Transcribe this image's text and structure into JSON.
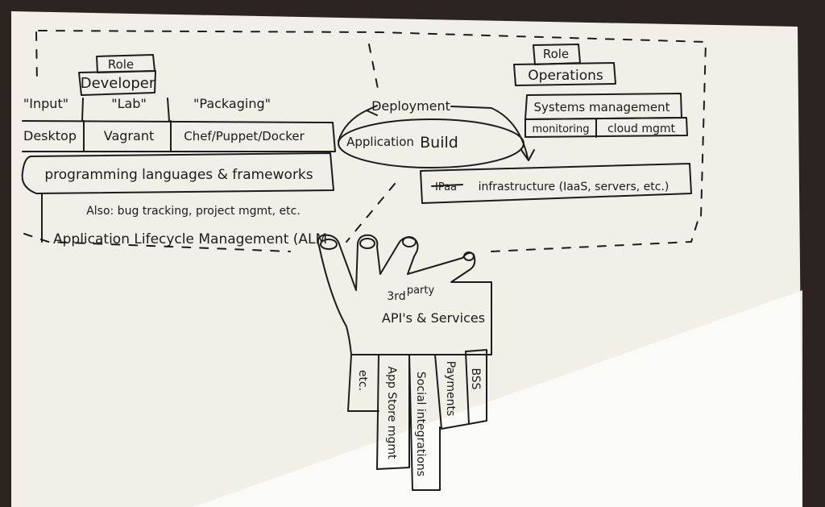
{
  "developer_role": {
    "label": "Role",
    "name": "Developer"
  },
  "operations_role": {
    "label": "Role",
    "name": "Operations"
  },
  "stages": {
    "input": "\"Input\"",
    "lab": "\"Lab\"",
    "packaging": "\"Packaging\""
  },
  "tools": {
    "desktop": "Desktop",
    "vagrant": "Vagrant",
    "packaging_tools": "Chef/Puppet/Docker"
  },
  "frameworks": "programming languages & frameworks",
  "also_note": "Also: bug tracking, project mgmt, etc.",
  "alm": "Application Lifecycle Management (ALM",
  "deployment": "Deployment",
  "app_build": {
    "prefix": "Application",
    "build": "Build"
  },
  "ops": {
    "systems_management": "Systems management",
    "monitoring": "monitoring",
    "cloud_mgmt": "cloud mgmt"
  },
  "infrastructure": {
    "struck": "IPaa",
    "text": "infrastructure (IaaS, servers, etc.)"
  },
  "hand": {
    "party": "party",
    "third": "3rd",
    "apis": "API's & Services",
    "fingers": [
      "etc.",
      "App Store mgmt",
      "Social integrations",
      "Payments",
      "BSS"
    ]
  }
}
